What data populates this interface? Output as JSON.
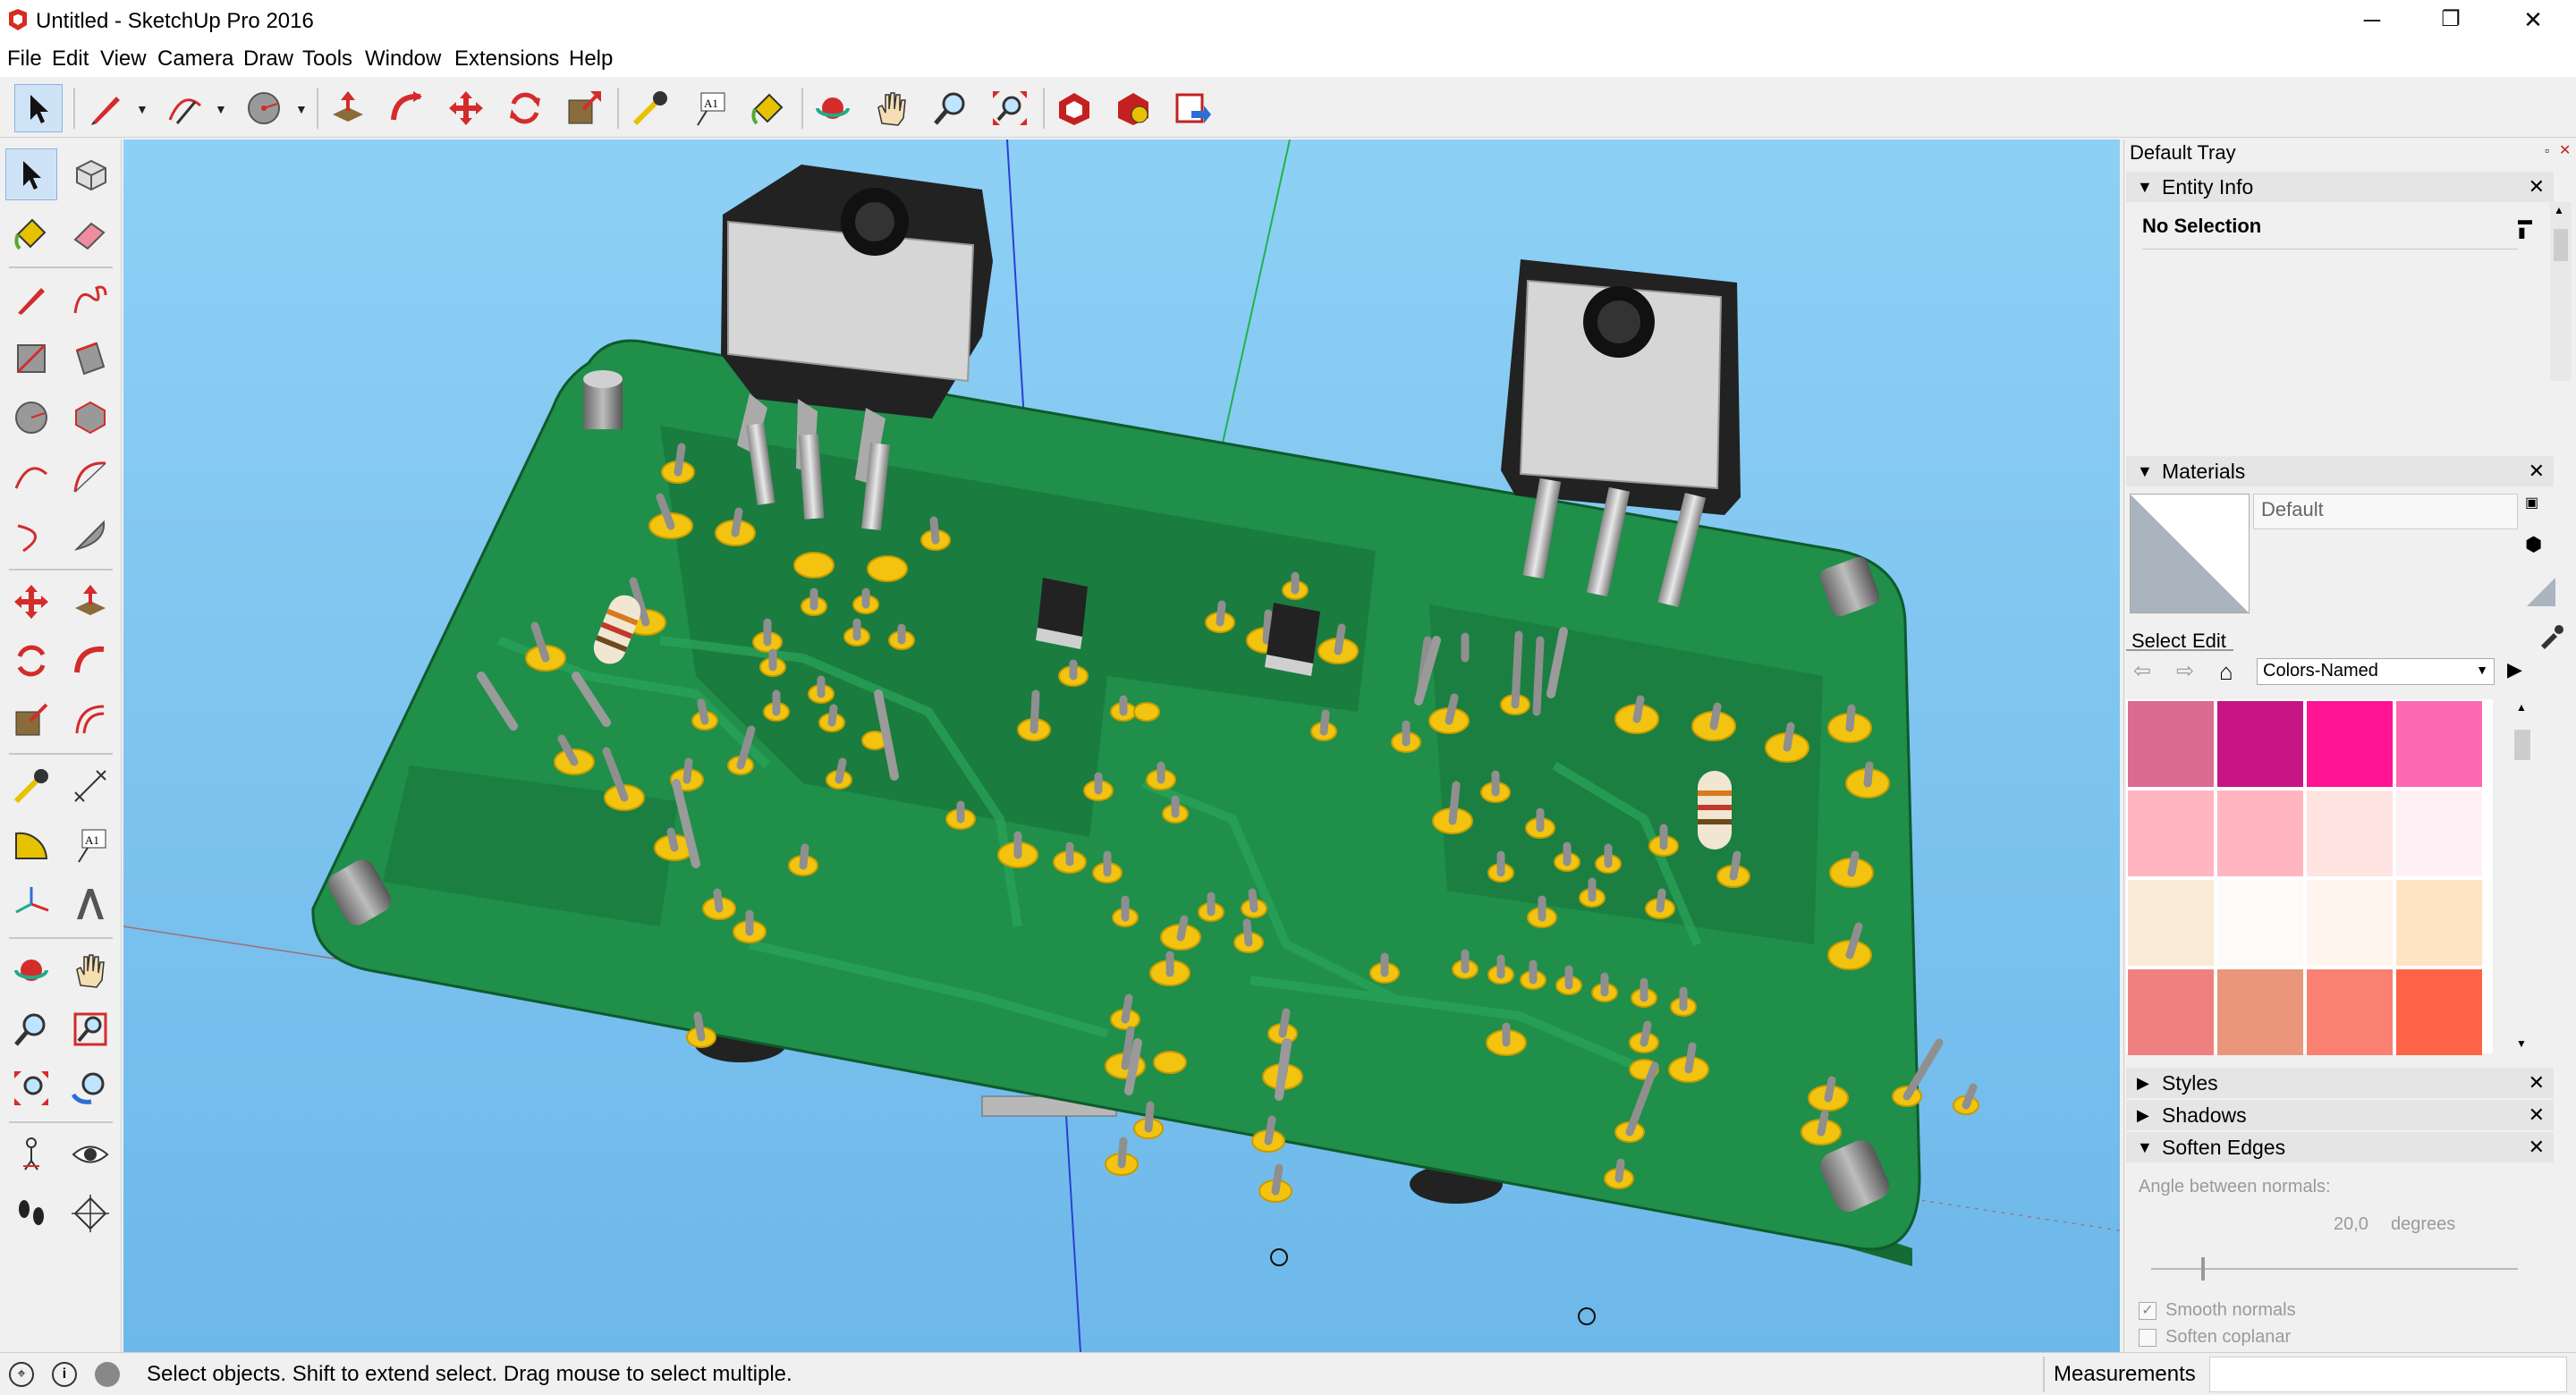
{
  "window": {
    "title": "Untitled - SketchUp Pro 2016",
    "minimize": "─",
    "restore": "❐",
    "close": "✕"
  },
  "menu": [
    "File",
    "Edit",
    "View",
    "Camera",
    "Draw",
    "Tools",
    "Window",
    "Extensions",
    "Help"
  ],
  "toolbar": {
    "icons": [
      "select-icon",
      "pencil-line-icon",
      "arc-icon",
      "circle-icon",
      "push-pull-icon",
      "follow-me-icon",
      "move-icon",
      "rotate-icon",
      "scale-icon",
      "tape-measure-icon",
      "text-icon",
      "paint-bucket-icon",
      "orbit-icon",
      "pan-icon",
      "zoom-icon",
      "zoom-extents-icon",
      "warehouse-icon",
      "extension-warehouse-icon",
      "send-to-layout-icon"
    ]
  },
  "left_tools": {
    "icons": [
      "select-icon",
      "make-component-icon",
      "paint-bucket-icon",
      "eraser-icon",
      "line-icon",
      "freehand-icon",
      "rectangle-icon",
      "rotated-rectangle-icon",
      "circle-icon",
      "polygon-icon",
      "arc-icon",
      "two-point-arc-icon",
      "three-point-arc-icon",
      "pie-icon",
      "move-icon",
      "push-pull-icon",
      "rotate-icon",
      "follow-me-icon",
      "scale-icon",
      "offset-icon",
      "tape-measure-icon",
      "dimension-icon",
      "protractor-icon",
      "text-icon",
      "axes-icon",
      "3d-text-icon",
      "orbit-icon",
      "pan-icon",
      "zoom-icon",
      "zoom-window-icon",
      "zoom-extents-icon",
      "previous-view-icon",
      "position-camera-icon",
      "look-around-icon",
      "walk-icon",
      "section-plane-icon"
    ]
  },
  "tray": {
    "title": "Default Tray",
    "entity_info": {
      "title": "Entity Info",
      "selection": "No Selection"
    },
    "materials": {
      "title": "Materials",
      "name": "Default",
      "tab_select": "Select",
      "tab_edit": "Edit",
      "library": "Colors-Named",
      "swatches": [
        "#dc6b92",
        "#c71585",
        "#ff1493",
        "#ff69b4",
        "#ffb6c1",
        "#ffb6c1",
        "#ffe4e1",
        "#fff0f5",
        "#faebd7",
        "#fffafa",
        "#fff5ee",
        "#ffe4c4",
        "#f08080",
        "#e9967a",
        "#fa8072",
        "#ff6347"
      ]
    },
    "styles": {
      "title": "Styles"
    },
    "shadows": {
      "title": "Shadows"
    },
    "soften_edges": {
      "title": "Soften Edges",
      "angle_label": "Angle between normals:",
      "angle_value": "20,0",
      "angle_unit": "degrees",
      "smooth_normals": "Smooth normals",
      "soften_coplanar": "Soften coplanar"
    }
  },
  "status": {
    "message": "Select objects. Shift to extend select. Drag mouse to select multiple.",
    "measurements_label": "Measurements",
    "measurements_value": ""
  },
  "colors": {
    "sky": "#7cc4ef",
    "pcb": "#1f8f4a",
    "pcb_edge": "#156b36",
    "pad": "#f2c40f",
    "trace": "#1a7a3e"
  }
}
